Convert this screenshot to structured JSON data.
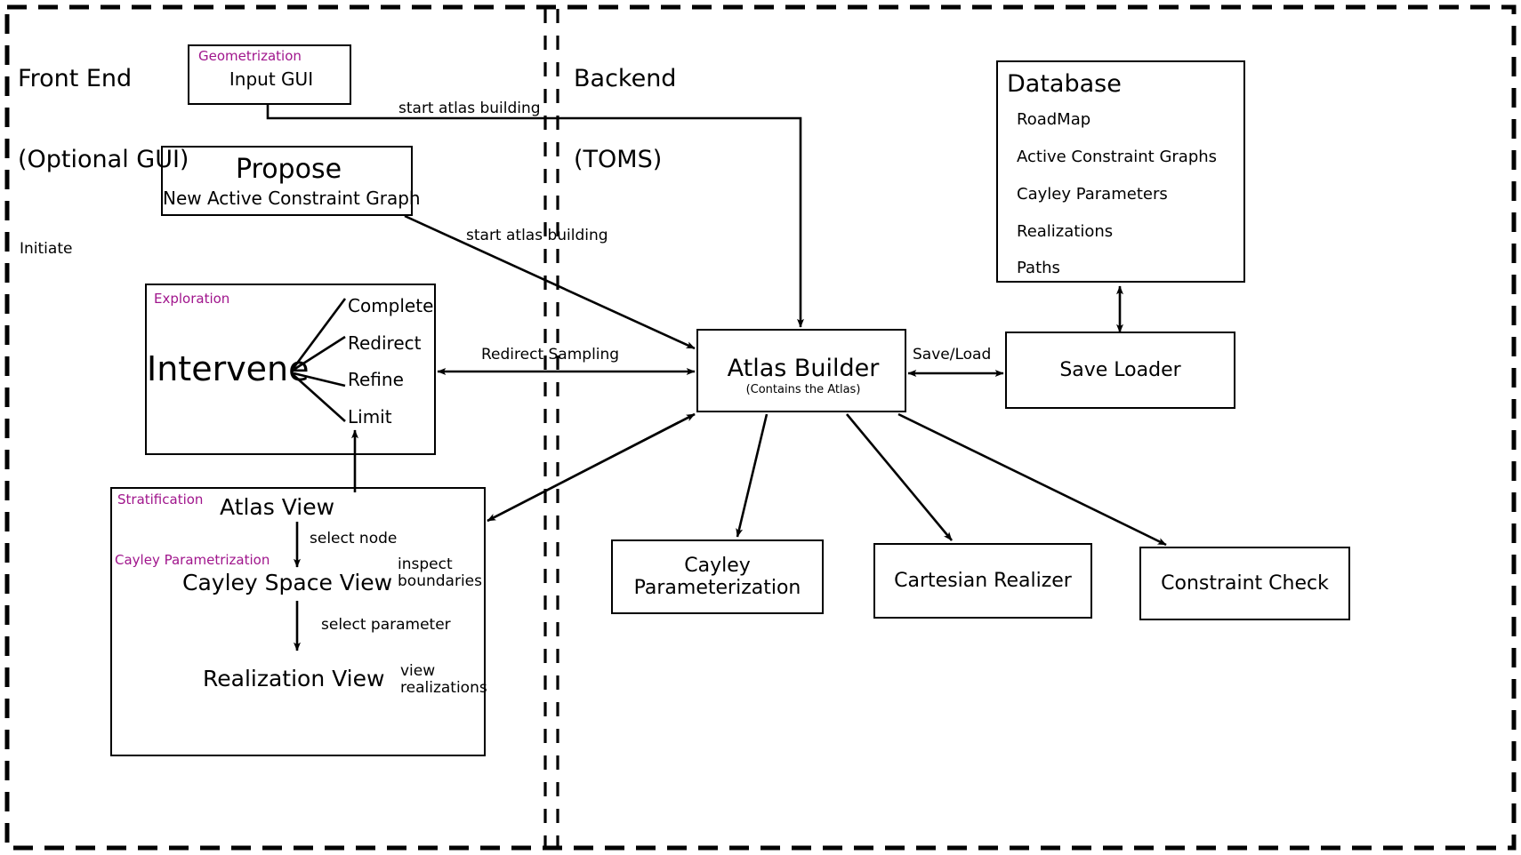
{
  "zones": {
    "front_end": {
      "line1": "Front End",
      "line2": "(Optional GUI)",
      "initiate_label": "Initiate"
    },
    "backend": {
      "line1": "Backend",
      "line2": "(TOMS)"
    }
  },
  "front_end_nodes": {
    "input_gui": {
      "tag": "Geometrization",
      "title": "Input GUI"
    },
    "propose": {
      "title": "Propose",
      "subtitle": "New Active Constraint Graph"
    },
    "exploration": {
      "tag": "Exploration",
      "center": "Intervene",
      "options": [
        "Complete",
        "Redirect",
        "Refine",
        "Limit"
      ]
    },
    "stratification": {
      "tag_strat": "Stratification",
      "tag_cayley": "Cayley Parametrization",
      "atlas_view": "Atlas View",
      "cayley_space_view": "Cayley Space View",
      "realization_view": "Realization View",
      "edge_select_node": "select node",
      "edge_select_parameter": "select parameter",
      "note_inspect": "inspect\nboundaries",
      "note_view": "view\nrealizations"
    }
  },
  "backend_nodes": {
    "database": {
      "title": "Database",
      "items": [
        "RoadMap",
        "Active Constraint Graphs",
        "Cayley Parameters",
        "Realizations",
        "Paths"
      ]
    },
    "atlas_builder": {
      "title": "Atlas Builder",
      "subtitle": "(Contains the Atlas)"
    },
    "save_loader": {
      "title": "Save Loader"
    },
    "cayley_parameterization": {
      "title": "Cayley Parameterization"
    },
    "cartesian_realizer": {
      "title": "Cartesian Realizer"
    },
    "constraint_check": {
      "title": "Constraint Check"
    }
  },
  "edge_labels": {
    "start_atlas_building_top": "start atlas building",
    "start_atlas_building_mid": "start atlas building",
    "redirect_sampling": "Redirect Sampling",
    "save_load": "Save/Load"
  },
  "colors": {
    "tag": "#a0158c",
    "stroke": "#000000",
    "background": "#ffffff"
  }
}
